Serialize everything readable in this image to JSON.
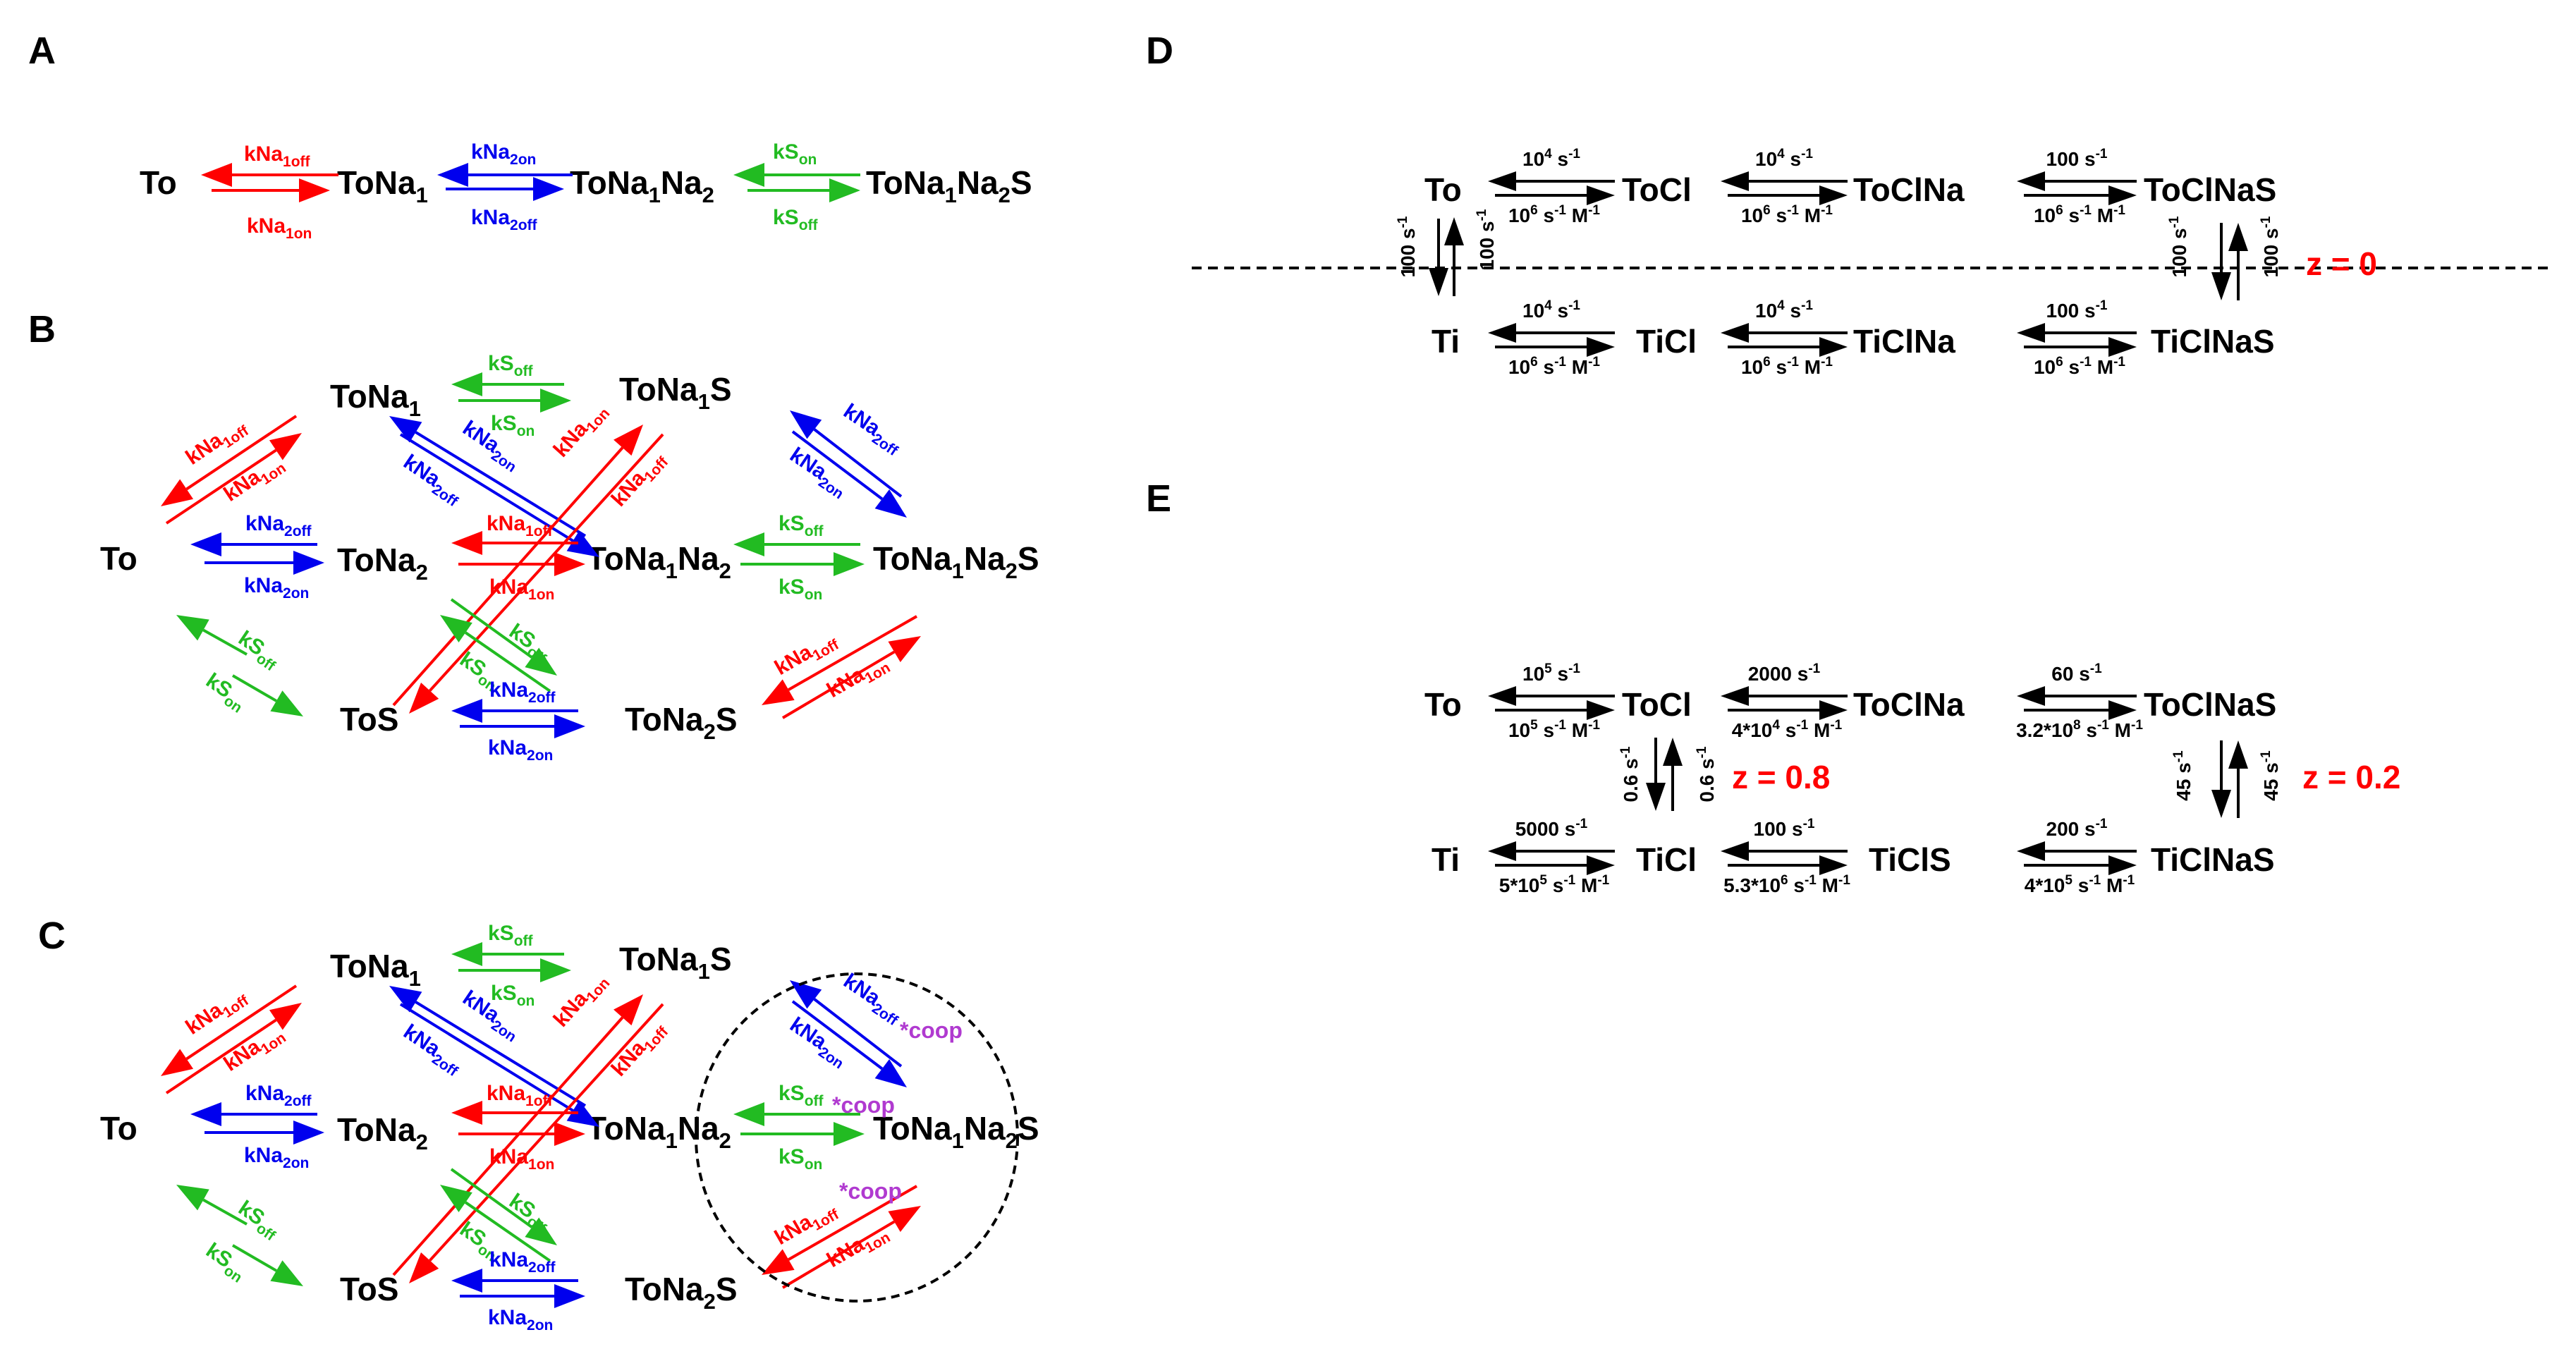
{
  "colors": {
    "black": "#000000",
    "red": "#ff0000",
    "blue": "#0000ee",
    "green": "#22bb22",
    "purple": "#b03ad0"
  },
  "panels": {
    "A": "A",
    "B": "B",
    "C": "C",
    "D": "D",
    "E": "E"
  },
  "A": {
    "species": [
      "To",
      "ToNa1",
      "ToNa1Na2",
      "ToNa1Na2S"
    ],
    "rates": {
      "k1off": "kNa1off",
      "k1on": "kNa1on",
      "k2on": "kNa2on",
      "k2off": "kNa2off",
      "sOn": "kSon",
      "sOff": "kSoff"
    }
  },
  "B": {
    "species": [
      "ToNa1",
      "ToNa1S",
      "To",
      "ToNa2",
      "ToNa1Na2",
      "ToNa1Na2S",
      "ToS",
      "ToNa2S"
    ]
  },
  "C": {
    "species": [
      "ToNa1",
      "ToNa1S",
      "To",
      "ToNa2",
      "ToNa1Na2",
      "ToNa1Na2S",
      "ToS",
      "ToNa2S"
    ],
    "coop": "*coop"
  },
  "D": {
    "species_top": [
      "To",
      "ToCl",
      "ToClNa",
      "ToClNaS"
    ],
    "species_bottom": [
      "Ti",
      "TiCl",
      "TiClNa",
      "TiClNaS"
    ],
    "rates_off": [
      "10^4 s^-1",
      "10^4 s^-1",
      "100 s^-1"
    ],
    "rates_on": [
      "10^6 s^-1 M^-1",
      "10^6 s^-1 M^-1",
      "10^6 s^-1 M^-1"
    ],
    "vertical": "100 s^-1",
    "z": "z = 0"
  },
  "E": {
    "species_top": [
      "To",
      "ToCl",
      "ToClNa",
      "ToClNaS"
    ],
    "species_bottom": [
      "Ti",
      "TiCl",
      "TiClS",
      "TiClNaS"
    ],
    "top_off": [
      "10^5 s^-1",
      "2000 s^-1",
      "60 s^-1"
    ],
    "top_on": [
      "10^5 s^-1 M^-1",
      "4*10^4 s^-1 M^-1",
      "3.2*10^8 s^-1 M^-1"
    ],
    "bottom_off": [
      "5000 s^-1",
      "100 s^-1",
      "200 s^-1"
    ],
    "bottom_on": [
      "5*10^5 s^-1 M^-1",
      "5.3*10^6 s^-1 M^-1",
      "4*10^5 s^-1 M^-1"
    ],
    "vertical_left": "0.6 s^-1",
    "vertical_right": "45 s^-1",
    "z_left": "z = 0.8",
    "z_right": "z = 0.2"
  }
}
